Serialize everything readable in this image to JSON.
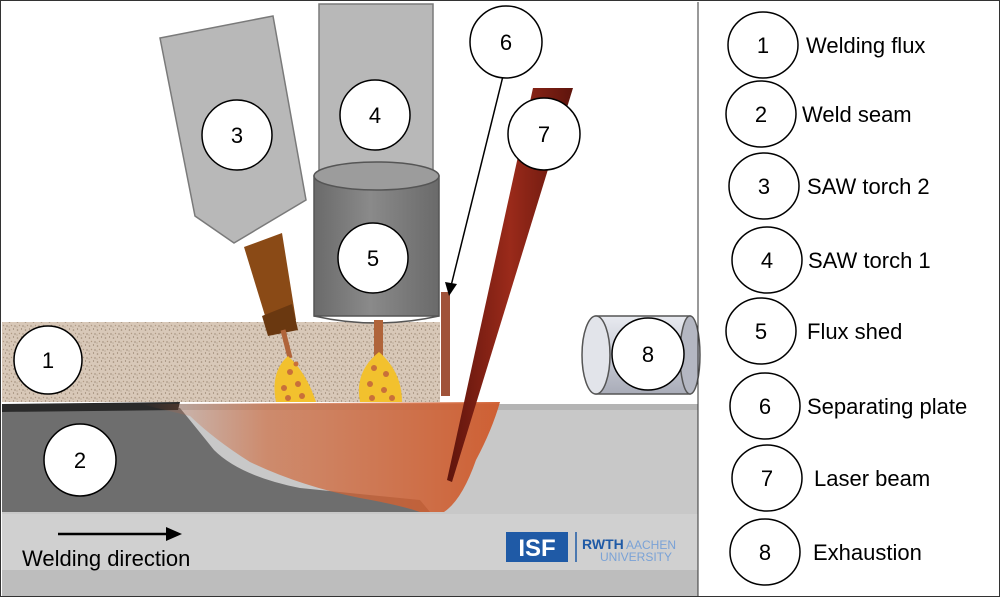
{
  "markers": {
    "m1": "1",
    "m2": "2",
    "m3": "3",
    "m4": "4",
    "m5": "5",
    "m6": "6",
    "m7": "7",
    "m8": "8"
  },
  "legend": [
    {
      "number": "1",
      "label": "Welding flux"
    },
    {
      "number": "2",
      "label": "Weld seam"
    },
    {
      "number": "3",
      "label": "SAW torch 2"
    },
    {
      "number": "4",
      "label": "SAW torch 1"
    },
    {
      "number": "5",
      "label": "Flux shed"
    },
    {
      "number": "6",
      "label": "Separating plate"
    },
    {
      "number": "7",
      "label": "Laser beam"
    },
    {
      "number": "8",
      "label": "Exhaustion"
    }
  ],
  "direction_label": "Welding direction",
  "logos": {
    "isf": "ISF",
    "rwth": "RWTH",
    "aachen": "AACHEN",
    "university": "UNIVERSITY"
  },
  "colors": {
    "flux": "#d8c8b8",
    "plate": "#c8c8c8",
    "seam": "#6e6e6e",
    "torch": "#b8b8b8",
    "shed": "#7d7d7d",
    "wire": "#8a4a16",
    "droplet": "#f2c12e",
    "melt": "#d0643a",
    "laser": "#7a1f14",
    "logo": "#1f5aa6"
  }
}
